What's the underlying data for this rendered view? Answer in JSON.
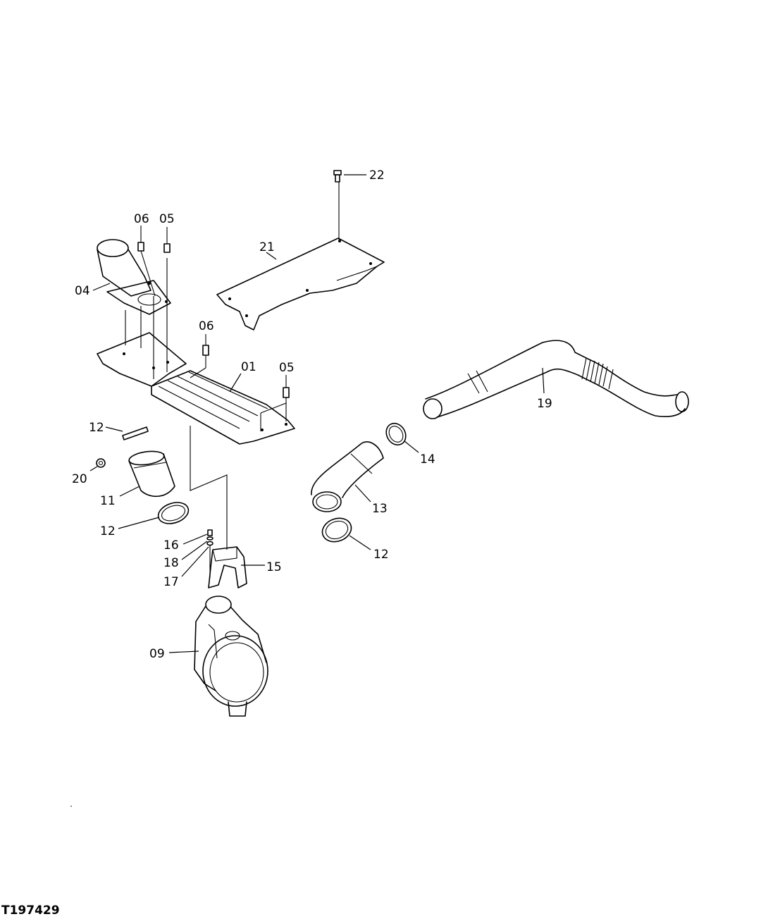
{
  "figure_id": "T197429",
  "callouts": {
    "c22": "22",
    "c21": "21",
    "c06a": "06",
    "c05a": "05",
    "c04": "04",
    "c06b": "06",
    "c01": "01",
    "c05b": "05",
    "c19": "19",
    "c12a": "12",
    "c20": "20",
    "c11": "11",
    "c12b": "12",
    "c14": "14",
    "c13": "13",
    "c16": "16",
    "c18": "18",
    "c17": "17",
    "c15": "15",
    "c12c": "12",
    "c09": "09"
  }
}
